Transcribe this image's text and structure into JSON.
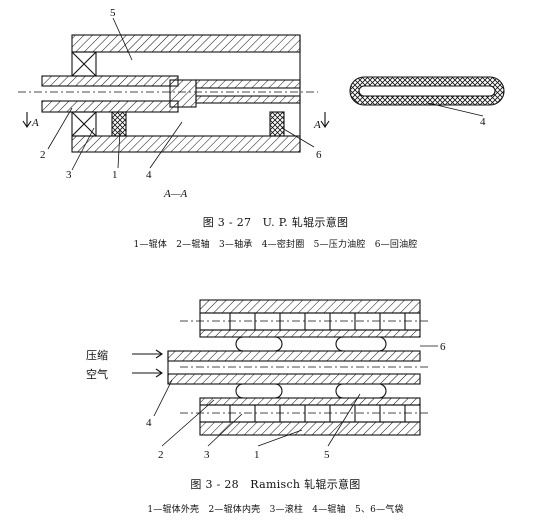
{
  "fig1": {
    "caption": "图 3 - 27　U. P. 轧辊示意图",
    "legend": "1—辊体　2—辊轴　3—轴承　4—密封圈　5—压力油腔　6—回油腔",
    "section_label": "A—A",
    "arrow_label": "A",
    "labels": [
      "1",
      "2",
      "3",
      "4",
      "5",
      "6",
      "4"
    ]
  },
  "fig2": {
    "caption": "图 3 - 28　Ramisch 轧辊示意图",
    "legend": "1—辊体外壳　2—辊体内壳　3—滚柱　4—辊轴　5、6—气袋",
    "inlet_text_1": "压缩",
    "inlet_text_2": "空气",
    "labels": [
      "1",
      "2",
      "3",
      "4",
      "5",
      "6"
    ]
  },
  "colors": {
    "ink": "#111111",
    "background": "#ffffff"
  }
}
